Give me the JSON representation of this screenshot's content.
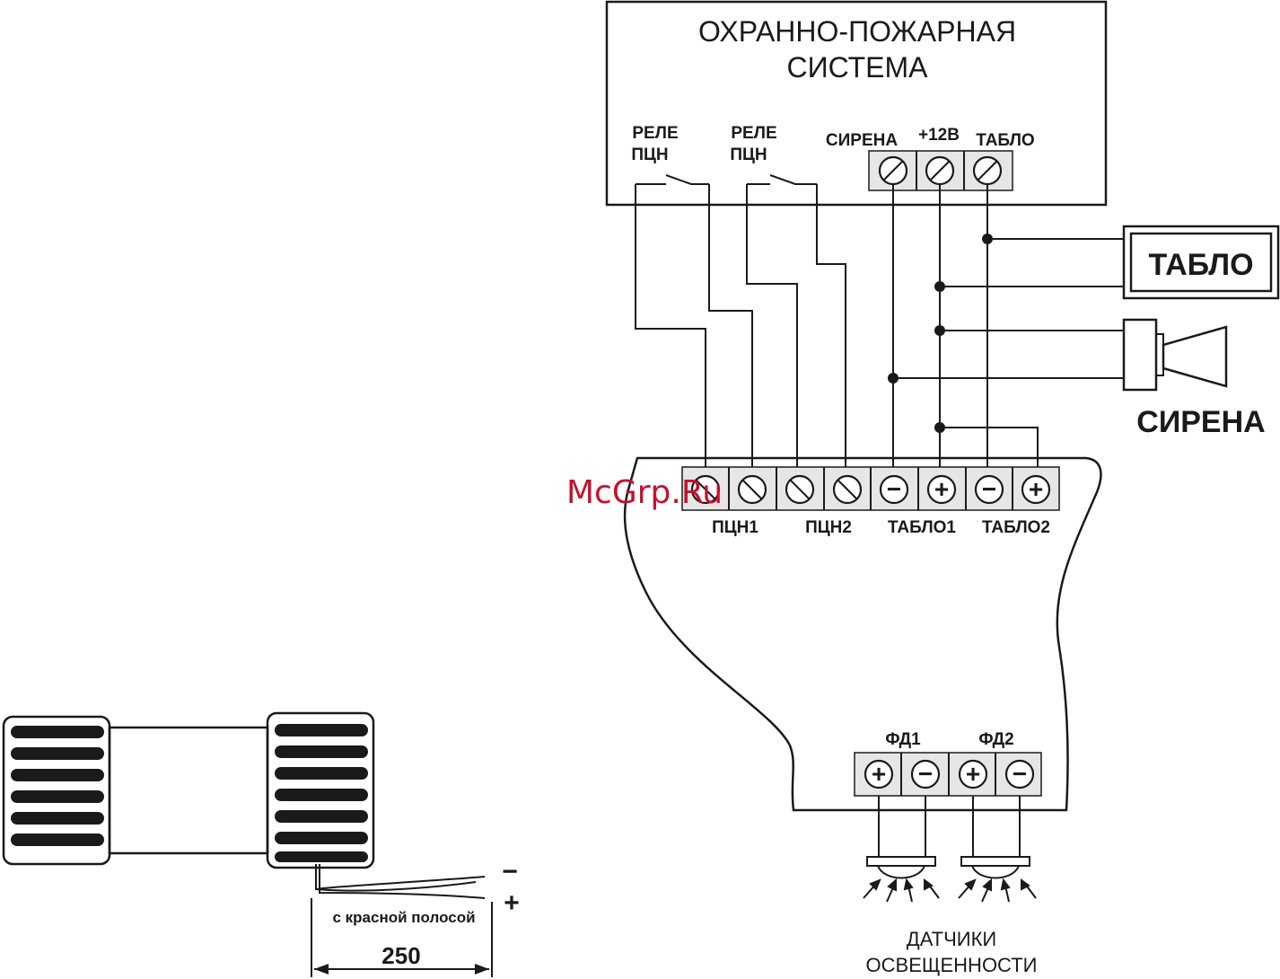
{
  "system": {
    "title_line1": "ОХРАННО-ПОЖАРНАЯ",
    "title_line2": "СИСТЕМА",
    "relay1_line1": "РЕЛЕ",
    "relay1_line2": "ПЦН",
    "relay2_line1": "РЕЛЕ",
    "relay2_line2": "ПЦН",
    "term_siren": "СИРЕНА",
    "term_12v": "+12В",
    "term_tablo": "ТАБЛО"
  },
  "devices": {
    "tablo_label": "ТАБЛО",
    "siren_label": "СИРЕНА"
  },
  "board": {
    "pcn1": "ПЦН1",
    "pcn2": "ПЦН2",
    "tablo1": "ТАБЛО1",
    "tablo2": "ТАБЛО2",
    "fd1": "ФД1",
    "fd2": "ФД2",
    "sensors_line1": "ДАТЧИКИ",
    "sensors_line2": "ОСВЕЩЕННОСТИ"
  },
  "watermark": "McGrp.Ru",
  "cable": {
    "minus": "−",
    "plus": "+",
    "stripe_note": "с красной полосой",
    "length": "250"
  },
  "symbols": {
    "plus": "+",
    "minus": "−"
  },
  "colors": {
    "line": "#1a1a1a",
    "terminal_fill": "#e6e6e6",
    "watermark": "#c8102e"
  }
}
